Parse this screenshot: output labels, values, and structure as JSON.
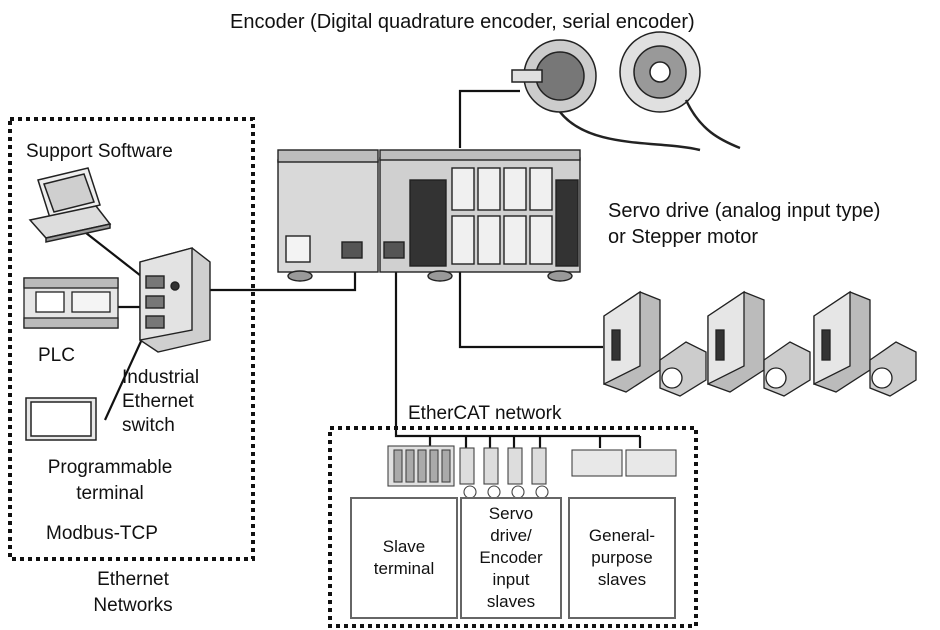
{
  "labels": {
    "encoder": "Encoder (Digital quadrature encoder, serial encoder)",
    "support_software": "Support Software",
    "plc": "PLC",
    "switch_line1": "Industrial",
    "switch_line2": "Ethernet",
    "switch_line3": "switch",
    "pt_line1": "Programmable",
    "pt_line2": "terminal",
    "modbus": "Modbus-TCP",
    "eth_line1": "Ethernet",
    "eth_line2": "Networks",
    "servo_line1": "Servo drive (analog input type)",
    "servo_line2": "or Stepper motor",
    "ethercat": "EtherCAT network"
  },
  "boxes": {
    "slave_terminal": [
      "Slave",
      "terminal"
    ],
    "servo_encoder_slaves": [
      "Servo",
      "drive/",
      "Encoder",
      "input",
      "slaves"
    ],
    "general_purpose": [
      "General-",
      "purpose",
      "slaves"
    ]
  }
}
